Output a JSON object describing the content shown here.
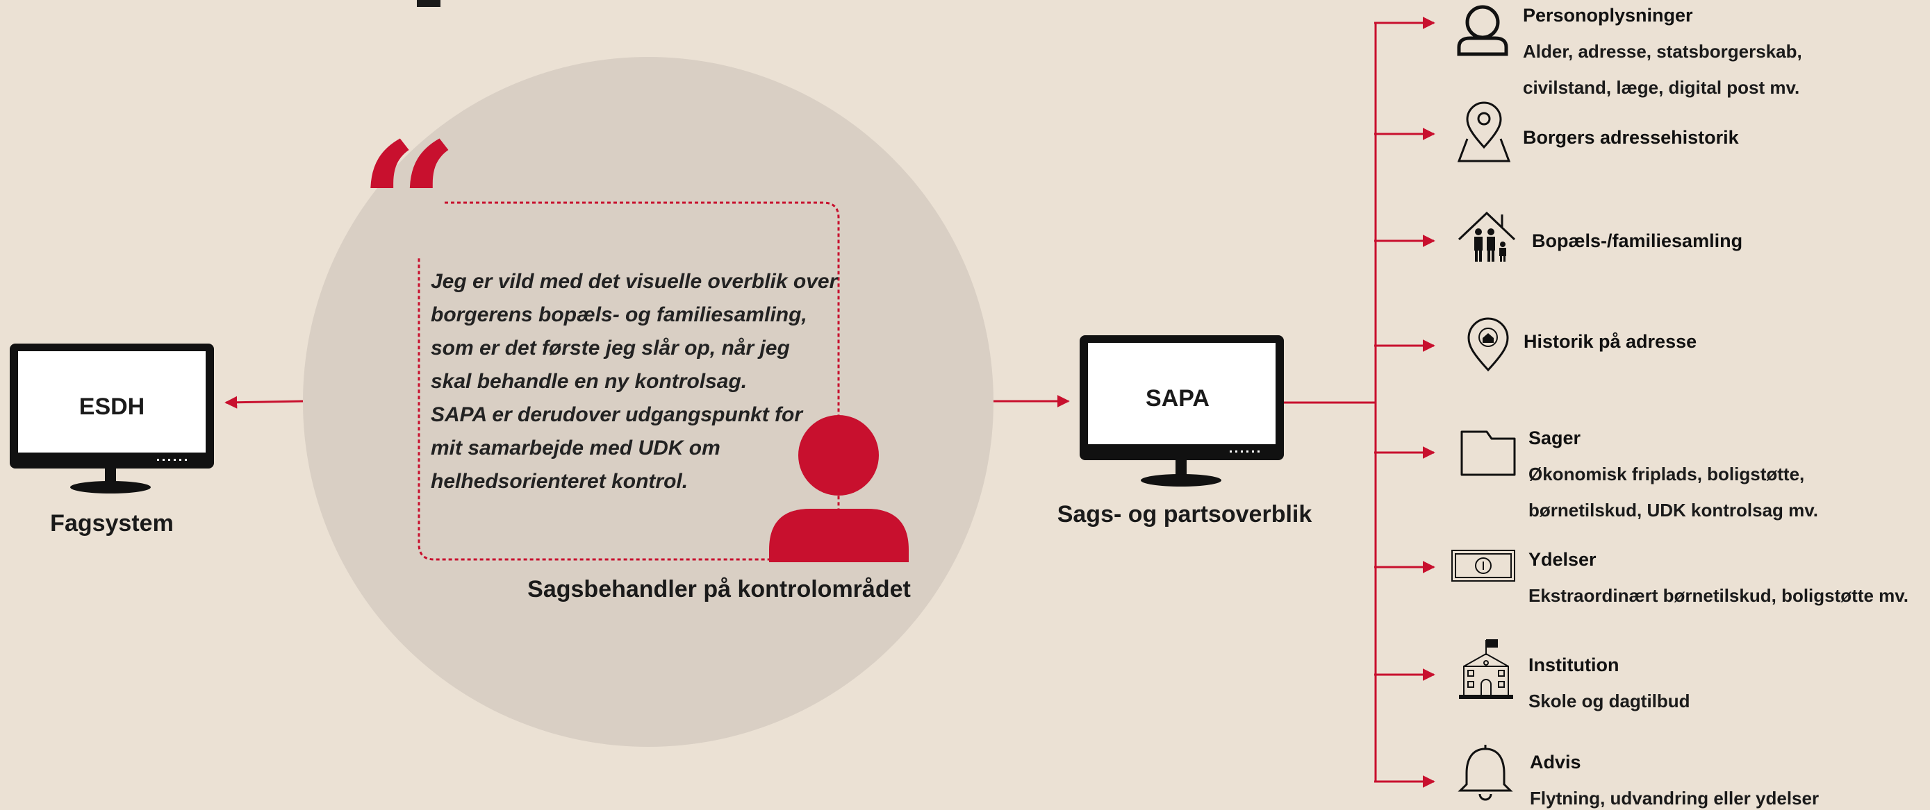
{
  "colors": {
    "background": "#ebe1d4",
    "circle": "#d9cfc4",
    "accent": "#c8102e",
    "dark": "#111111"
  },
  "left_system": {
    "screen_label": "ESDH",
    "caption": "Fagsystem",
    "icon": "monitor-icon"
  },
  "center": {
    "quote_lines": [
      "Jeg er vild med det visuelle overblik over",
      "borgerens bopæls- og familiesamling,",
      "som er det første jeg slår op, når jeg",
      "skal behandle en ny kontrolsag.",
      "SAPA er derudover udgangspunkt for",
      "mit samarbejde med UDK om",
      "helhedsorienteret kontrol."
    ],
    "persona_caption": "Sagsbehandler på kontrolområdet",
    "quote_icon": "quotation-mark-icon",
    "person_icon": "person-icon"
  },
  "right_system": {
    "screen_label": "SAPA",
    "caption": "Sags- og partsoverblik",
    "icon": "monitor-icon"
  },
  "items": [
    {
      "icon": "person-outline-icon",
      "title": "Personoplysninger",
      "desc": [
        "Alder, adresse, statsborgerskab,",
        "civilstand, læge, digital post mv."
      ]
    },
    {
      "icon": "map-pin-icon",
      "title": "Borgers adressehistorik",
      "desc": []
    },
    {
      "icon": "family-house-icon",
      "title": "Bopæls-/familiesamling",
      "desc": []
    },
    {
      "icon": "home-location-icon",
      "title": "Historik på adresse",
      "desc": []
    },
    {
      "icon": "folder-icon",
      "title": "Sager",
      "desc": [
        "Økonomisk friplads, boligstøtte,",
        "børnetilskud, UDK kontrolsag mv."
      ]
    },
    {
      "icon": "banknote-icon",
      "title": "Ydelser",
      "desc": [
        "Ekstraordinært børnetilskud, boligstøtte mv."
      ]
    },
    {
      "icon": "school-building-icon",
      "title": "Institution",
      "desc": [
        "Skole og dagtilbud"
      ]
    },
    {
      "icon": "bell-icon",
      "title": "Advis",
      "desc": [
        "Flytning, udvandring eller ydelser"
      ]
    }
  ]
}
